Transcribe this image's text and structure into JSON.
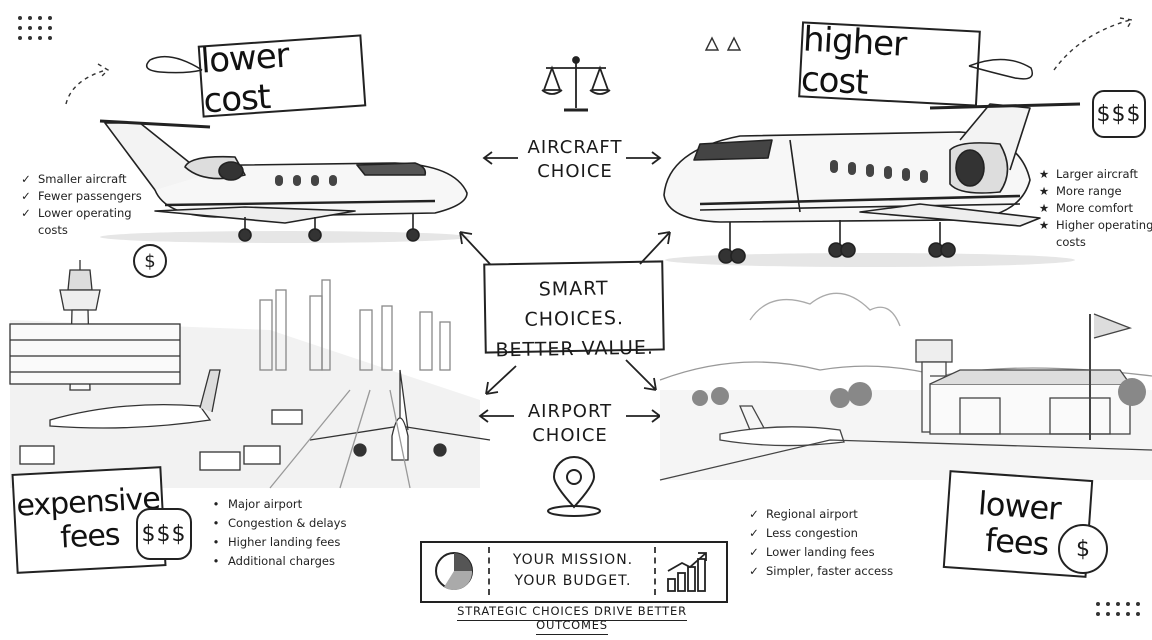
{
  "center": {
    "line1": "SMART CHOICES.",
    "line2": "BETTER VALUE."
  },
  "aircraft_choice": {
    "line1": "AIRCRAFT",
    "line2": "CHOICE",
    "icon": "balance-scale-icon"
  },
  "airport_choice": {
    "line1": "AIRPORT",
    "line2": "CHOICE",
    "icon": "map-pin-icon"
  },
  "top_left": {
    "tag": "lower cost",
    "items": [
      "Smaller aircraft",
      "Fewer passengers",
      "Lower operating",
      "costs"
    ],
    "marker": "✓"
  },
  "top_right": {
    "tag": "higher cost",
    "badge": "$$$",
    "items": [
      "Larger aircraft",
      "More range",
      "More comfort",
      "Higher operating",
      "costs"
    ],
    "marker": "★"
  },
  "bottom_left": {
    "tag_line1": "expensive",
    "tag_line2": "fees",
    "badge": "$$$",
    "items": [
      "Major airport",
      "Congestion & delays",
      "Higher landing fees",
      "Additional charges"
    ],
    "marker": "•"
  },
  "bottom_right": {
    "tag_line1": "lower",
    "tag_line2": "fees",
    "coin": "$",
    "items": [
      "Regional airport",
      "Less congestion",
      "Lower landing fees",
      "Simpler, faster access"
    ],
    "marker": "✓"
  },
  "left_coin": "$",
  "mission": {
    "line1": "YOUR MISSION.",
    "line2": "YOUR BUDGET.",
    "caption": "STRATEGIC CHOICES DRIVE BETTER OUTCOMES",
    "left_icon": "pie-chart-icon",
    "right_icon": "bar-chart-up-icon"
  },
  "plane_small": {
    "reg": ""
  },
  "plane_large": {
    "reg": ""
  }
}
